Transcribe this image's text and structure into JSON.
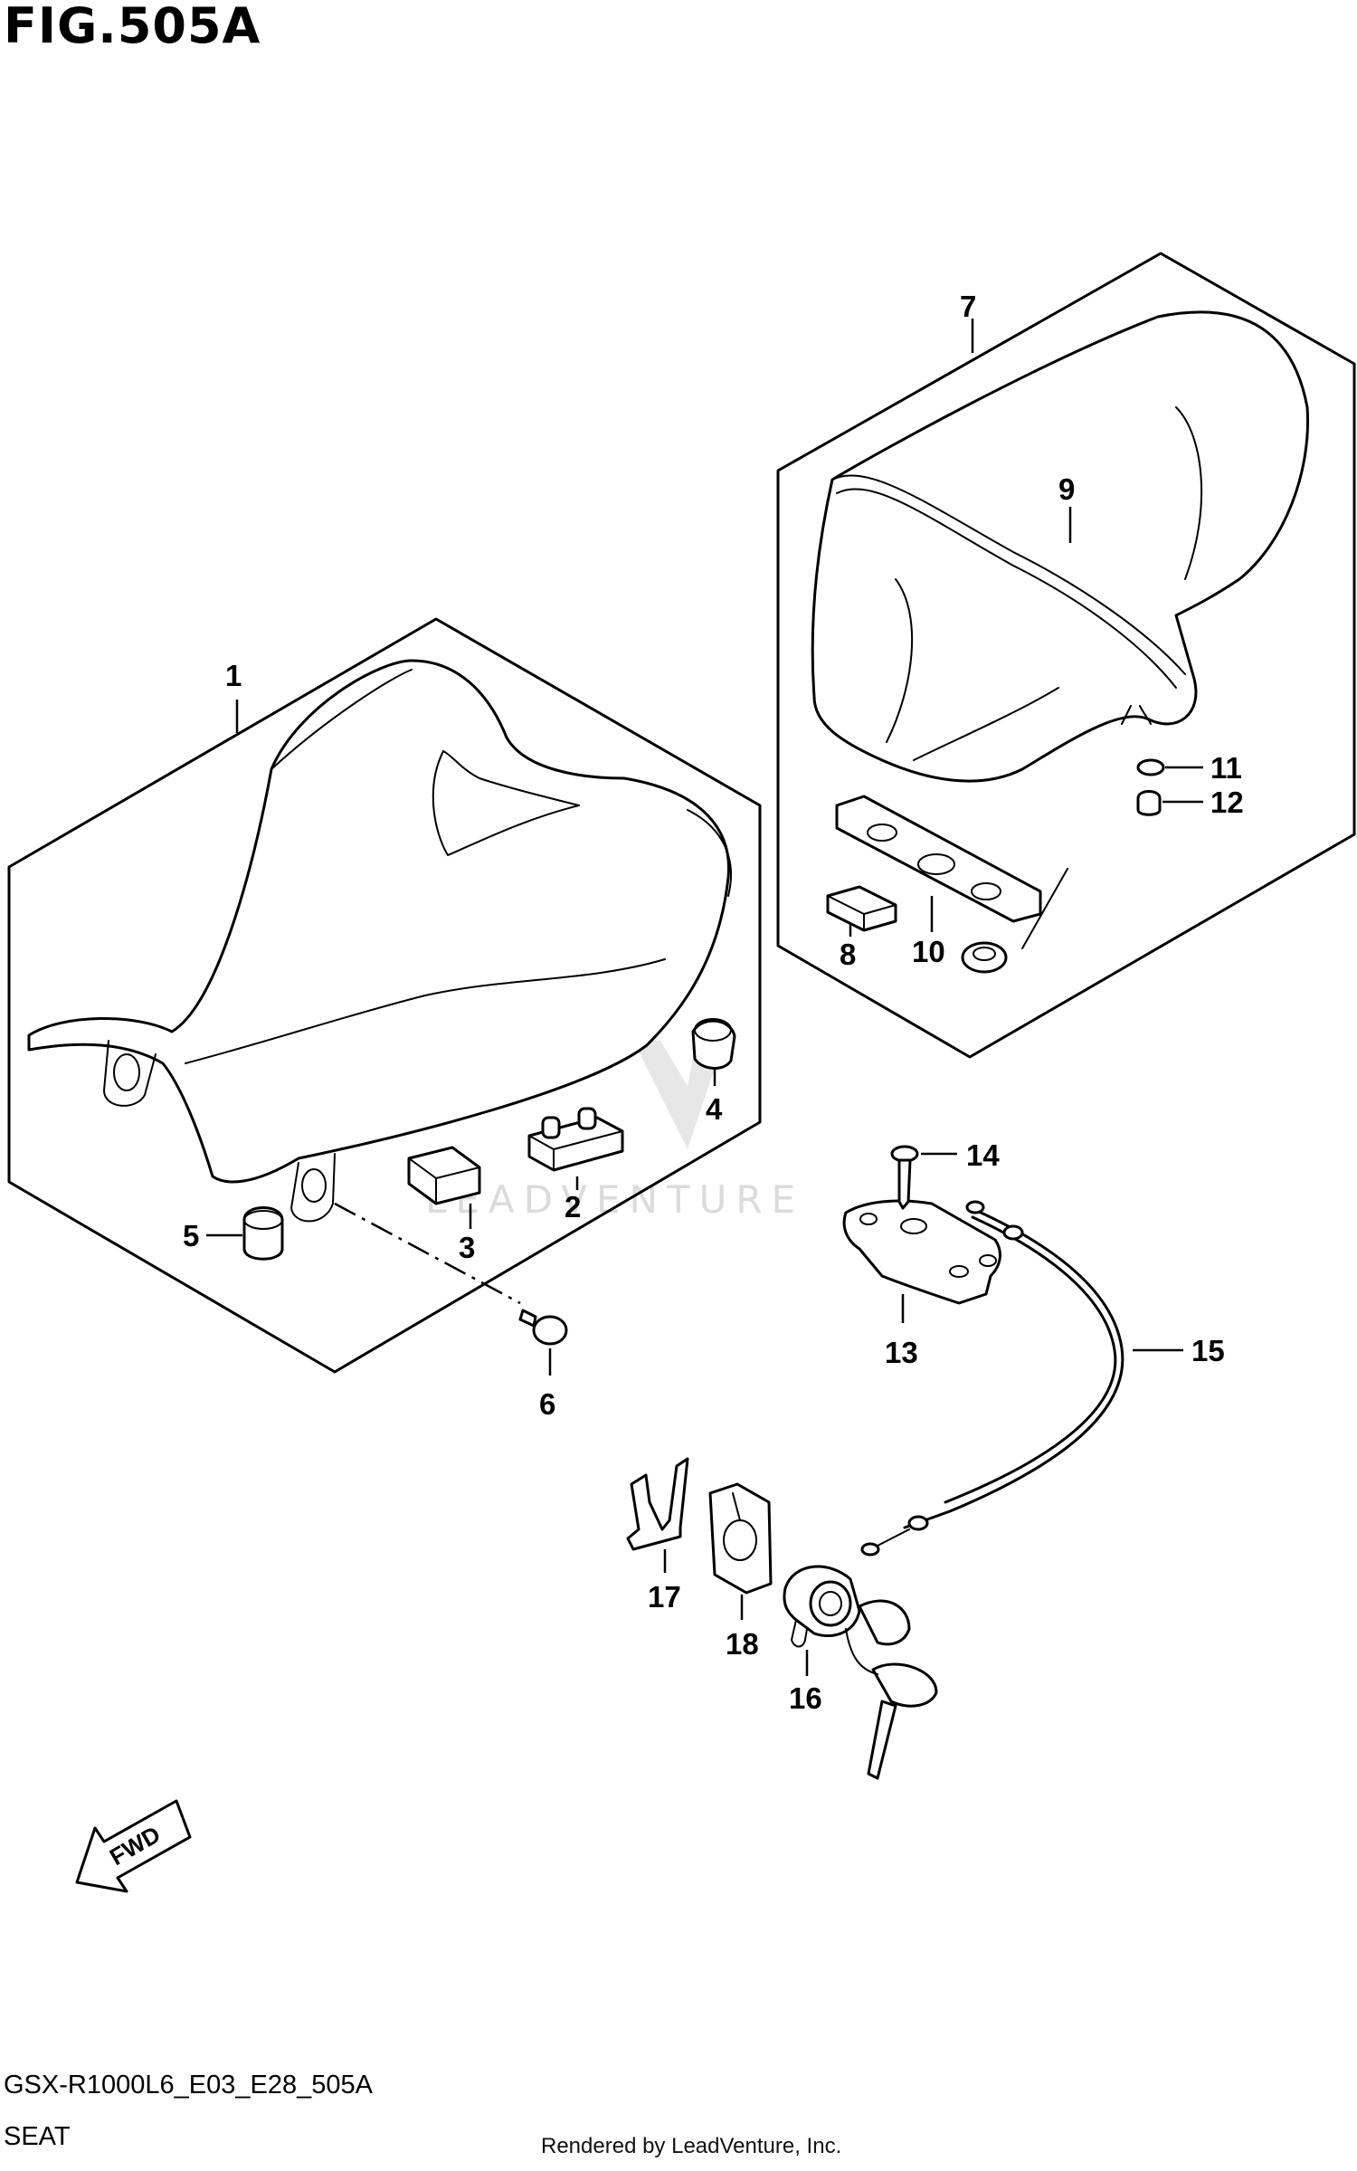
{
  "figure": {
    "title": "FIG.505A",
    "code": "GSX-R1000L6_E03_E28_505A",
    "name": "SEAT",
    "rendered_by": "Rendered by LeadVenture, Inc.",
    "watermark": "LEADVENTURE",
    "fwd_label": "FWD"
  },
  "callouts": [
    "1",
    "2",
    "3",
    "4",
    "5",
    "6",
    "7",
    "8",
    "9",
    "10",
    "11",
    "12",
    "13",
    "14",
    "15",
    "16",
    "17",
    "18"
  ]
}
